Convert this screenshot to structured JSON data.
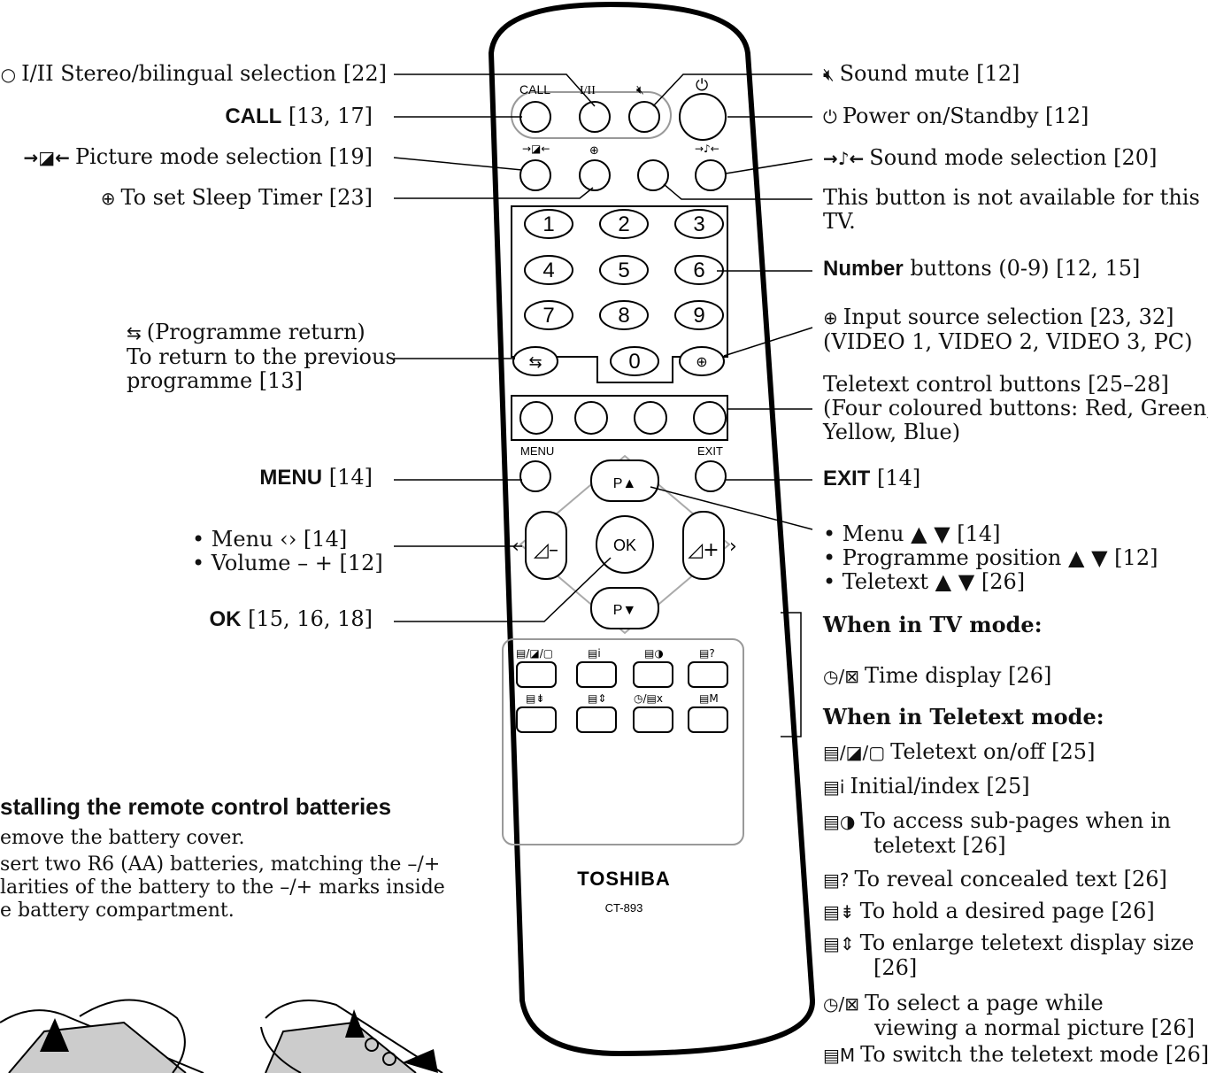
{
  "remote": {
    "brand": "TOSHIBA",
    "model": "CT-893",
    "top_labels": {
      "call": "CALL",
      "stereo": "I/II",
      "mute": "🔇︎",
      "power": "⏻"
    },
    "digits": [
      "1",
      "2",
      "3",
      "4",
      "5",
      "6",
      "7",
      "8",
      "9",
      "0"
    ],
    "menu": "MENU",
    "exit": "EXIT",
    "ok": "OK",
    "p_up": "P▲",
    "p_down": "P▼"
  },
  "left": {
    "stereo": {
      "text": "I/II Stereo/bilingual selection [22]"
    },
    "call": {
      "bold": "CALL",
      "rest": " [13, 17]"
    },
    "picture": {
      "icon": "→◪←",
      "text": "Picture mode selection [19]"
    },
    "sleep": {
      "icon": "⊕",
      "text": "To set Sleep Timer [23]"
    },
    "prog_return": {
      "line1": "(Programme return)",
      "line2": "To return to the previous",
      "line3": "programme [13]"
    },
    "menu": {
      "bold": "MENU",
      "rest": " [14]"
    },
    "volume": {
      "line1": "• Menu ‹› [14]",
      "line2": "• Volume – + [12]"
    },
    "ok": {
      "bold": "OK",
      "rest": " [15, 16, 18]"
    }
  },
  "right": {
    "mute": {
      "icon": "🔇︎",
      "text": "Sound mute [12]"
    },
    "power": {
      "icon": "⏻",
      "text": "Power on/Standby [12]"
    },
    "sound_mode": {
      "icon": "→♪←",
      "text": "Sound mode selection [20]"
    },
    "not_available": {
      "line1": "This button is not available for this",
      "line2": "TV."
    },
    "number": {
      "bold": "Number",
      "rest": " buttons (0-9) [12, 15]"
    },
    "input": {
      "line1": "Input source selection [23, 32]",
      "line2": "(VIDEO 1, VIDEO 2, VIDEO 3, PC)"
    },
    "teletext_ctrl": {
      "line1": "Teletext control buttons [25–28]",
      "line2": "(Four coloured buttons: Red, Green,",
      "line3": "Yellow, Blue)"
    },
    "exit": {
      "bold": "EXIT",
      "rest": " [14]"
    },
    "menu_arrows": {
      "line1": "• Menu ▲ ▼ [14]",
      "line2": "• Programme position ▲ ▼ [12]",
      "line3": "• Teletext ▲ ▼ [26]"
    },
    "tv_mode_head": "When in TV mode:",
    "time_display": "Time display [26]",
    "teletext_mode_head": "When in Teletext mode:",
    "teletext_items": [
      "Teletext on/off [25]",
      "Initial/index [25]",
      "To access sub-pages when in",
      "teletext [26]",
      "To reveal concealed text [26]",
      "To hold a desired page [26]",
      "To enlarge teletext display size",
      "[26]",
      "To select a page while",
      "viewing a normal picture [26]",
      "To switch the teletext mode [26]"
    ]
  },
  "batteries": {
    "heading": "stalling the remote control batteries",
    "step1": "emove the battery cover.",
    "step2a": "sert two R6 (AA) batteries, matching the –/+",
    "step2b": "larities of the battery to the –/+ marks inside",
    "step2c": "e battery compartment."
  }
}
